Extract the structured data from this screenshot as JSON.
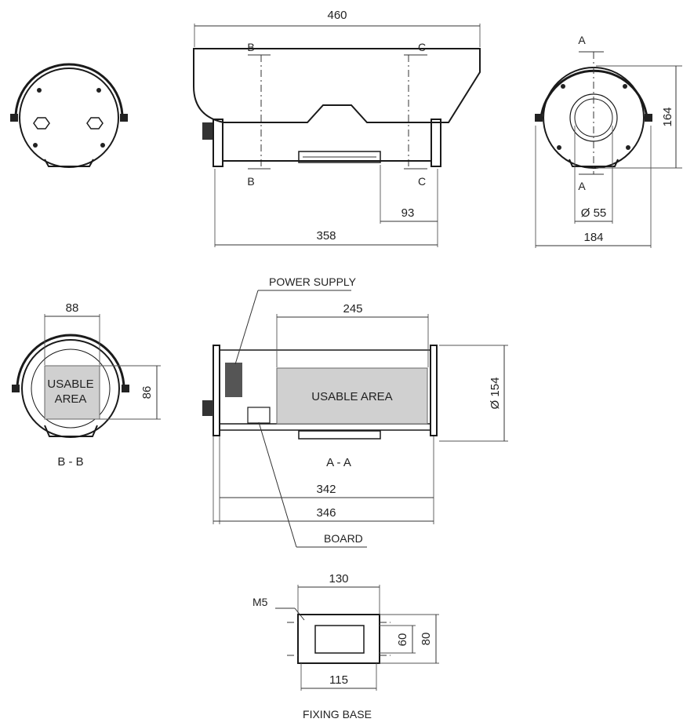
{
  "dimensions": {
    "housing_length": "460",
    "bracket_span": "358",
    "bracket_offset": "93",
    "front_height": "164",
    "front_width": "184",
    "window_diameter": "Ø 55",
    "section_b_width": "88",
    "section_b_height": "86",
    "usable_length": "245",
    "internal_diameter": "Ø 154",
    "internal_length_1": "342",
    "internal_length_2": "346",
    "base_width": "130",
    "base_inner_width": "115",
    "base_inner_height": "60",
    "base_height": "80"
  },
  "labels": {
    "section_b_top": "B",
    "section_b_bottom": "B",
    "section_c_top": "C",
    "section_c_bottom": "C",
    "section_a_top": "A",
    "section_a_bottom": "A",
    "power_supply": "POWER SUPPLY",
    "board": "BOARD",
    "usable_area_small_line1": "USABLE",
    "usable_area_small_line2": "AREA",
    "usable_area_large": "USABLE AREA",
    "section_bb_caption": "B - B",
    "section_aa_caption": "A - A",
    "m5_callout": "M5",
    "fixing_base_caption": "FIXING BASE"
  }
}
